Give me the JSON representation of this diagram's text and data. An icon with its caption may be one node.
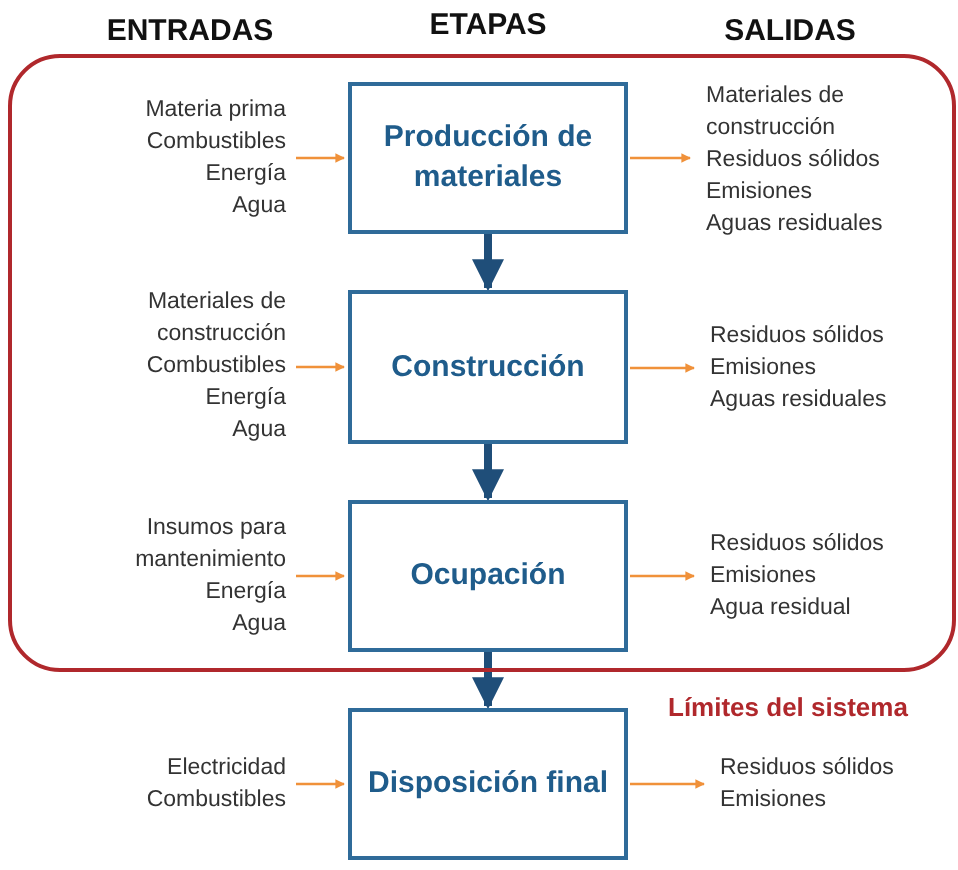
{
  "diagram": {
    "nodes": [
      {
        "text": [
          "Límites del sistema"
        ]
      },
      {
        "text": [
          "Materia prima",
          "Combustibles",
          "Energía",
          "Agua"
        ],
        "in": 0
      },
      {
        "text": [
          "Producción de materiales"
        ],
        "in": 0
      },
      {
        "text": [
          "Materiales de construcción",
          "Residuos sólidos",
          "Emisiones",
          "Aguas residuales"
        ],
        "in": 0
      },
      {
        "text": [
          "Materiales de construcción",
          "Combustibles",
          "Energía",
          "Agua"
        ],
        "in": 0
      },
      {
        "text": [
          "Construcción"
        ],
        "in": 0
      },
      {
        "text": [
          "Residuos sólidos",
          "Emisiones",
          "Aguas residuales"
        ],
        "in": 0
      },
      {
        "text": [
          "Insumos para mantenimiento",
          "Energía",
          "Agua"
        ],
        "in": 0
      },
      {
        "text": [
          "Ocupación"
        ],
        "in": 0
      },
      {
        "text": [
          "Residuos sólidos",
          "Emisiones",
          "Agua residual"
        ],
        "in": 0
      },
      {
        "text": [
          "Electricidad",
          "Combustibles"
        ]
      },
      {
        "text": [
          "Disposición final"
        ]
      },
      {
        "text": [
          "Residuos sólidos",
          "Emisiones"
        ]
      }
    ],
    "edges": [
      {
        "from": 1,
        "to": 2,
        "arrow": "to"
      },
      {
        "from": 2,
        "to": 3,
        "arrow": "to"
      },
      {
        "from": 2,
        "to": 5,
        "arrow": "to",
        "style": "thick",
        "color": "#1f4e79"
      },
      {
        "from": 4,
        "to": 5,
        "arrow": "to"
      },
      {
        "from": 5,
        "to": 6,
        "arrow": "to"
      },
      {
        "from": 5,
        "to": 8,
        "arrow": "to",
        "style": "thick",
        "color": "#1f4e79"
      },
      {
        "from": 7,
        "to": 8,
        "arrow": "to"
      },
      {
        "from": 8,
        "to": 9,
        "arrow": "to"
      },
      {
        "from": 8,
        "to": 11,
        "arrow": "to",
        "style": "thick",
        "color": "#1f4e79"
      },
      {
        "from": 10,
        "to": 11,
        "arrow": "to"
      },
      {
        "from": 11,
        "to": 12,
        "arrow": "to"
      }
    ],
    "labels": [
      "ENTRADAS",
      "ETAPAS",
      "SALIDAS"
    ]
  }
}
